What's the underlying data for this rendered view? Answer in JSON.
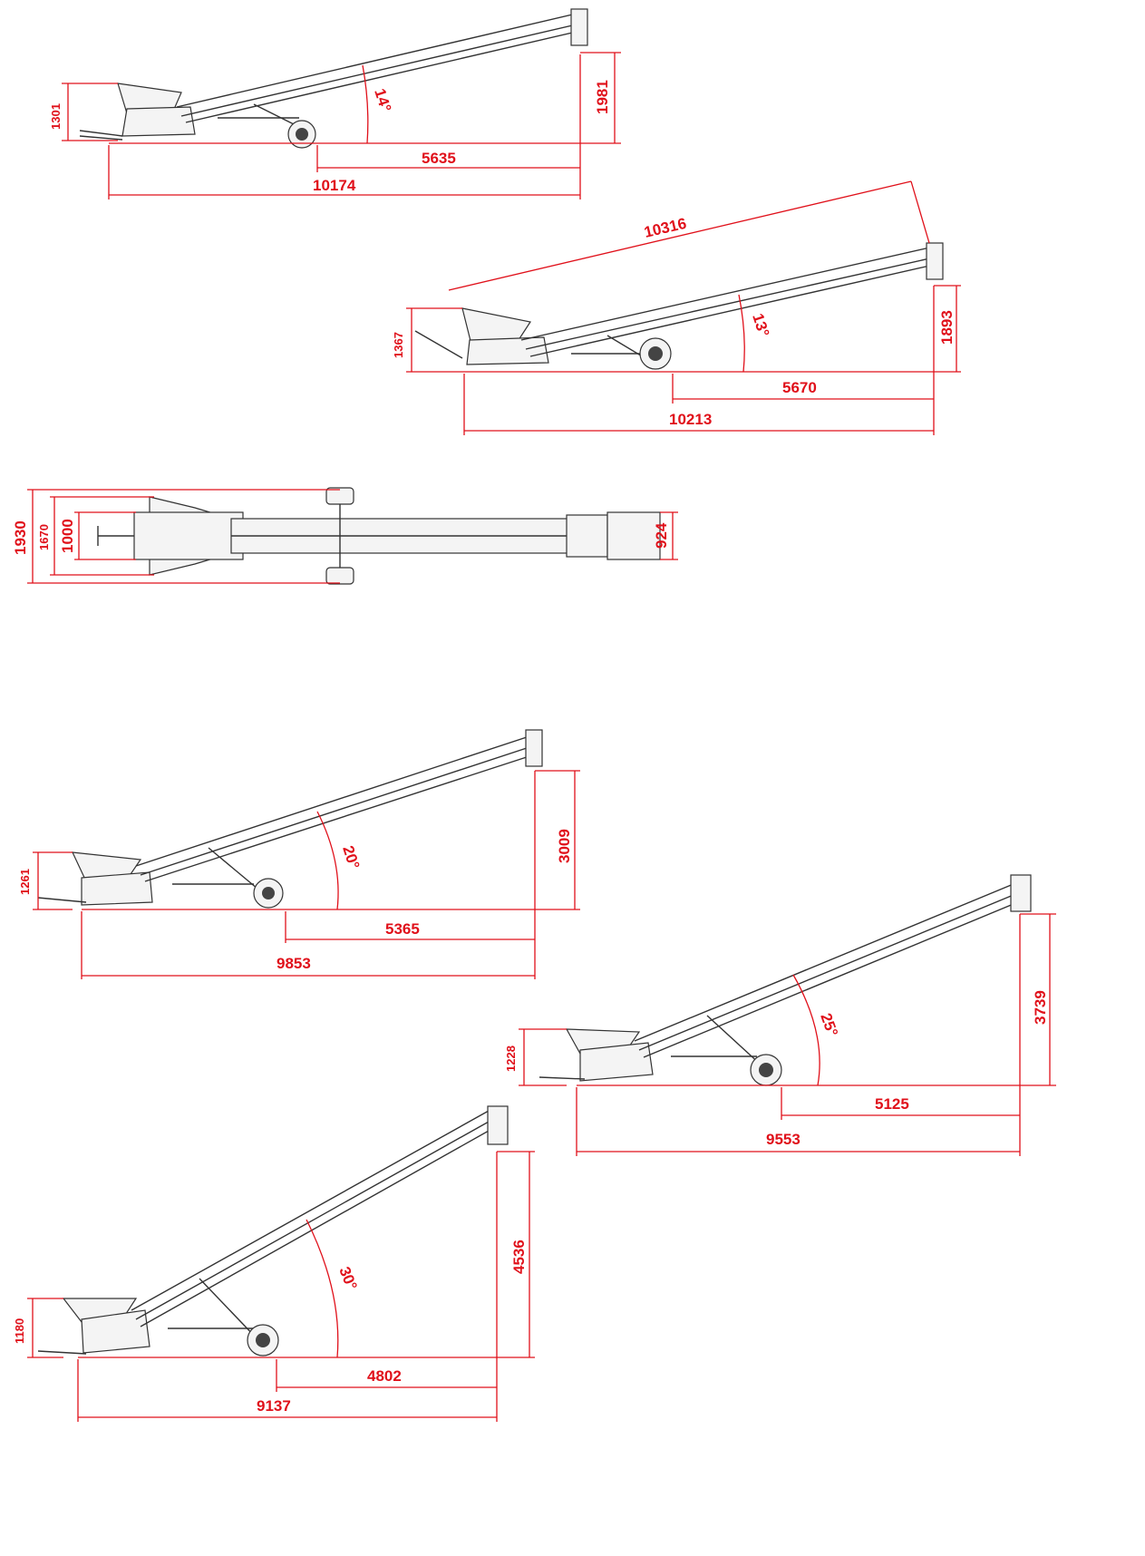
{
  "side_views": [
    {
      "name": "view-14",
      "angle": "14°",
      "height_top": "1981",
      "height_hopper": "1301",
      "horiz_wheel": "5635",
      "horiz_total": "10174"
    },
    {
      "name": "view-13",
      "angle": "13°",
      "height_top": "1893",
      "height_hopper": "1367",
      "horiz_wheel": "5670",
      "horiz_total": "10213",
      "length": "10316"
    },
    {
      "name": "view-20",
      "angle": "20°",
      "height_top": "3009",
      "height_hopper": "1261",
      "horiz_wheel": "5365",
      "horiz_total": "9853"
    },
    {
      "name": "view-25",
      "angle": "25°",
      "height_top": "3739",
      "height_hopper": "1228",
      "horiz_wheel": "5125",
      "horiz_total": "9553"
    },
    {
      "name": "view-30",
      "angle": "30°",
      "height_top": "4536",
      "height_hopper": "1180",
      "horiz_wheel": "4802",
      "horiz_total": "9137"
    }
  ],
  "top_view": {
    "width_overall": "1930",
    "width_frame": "1670",
    "width_hopper": "1000",
    "width_head": "924"
  },
  "colors": {
    "dimension": "#e0101a",
    "equipment": "#333333"
  }
}
